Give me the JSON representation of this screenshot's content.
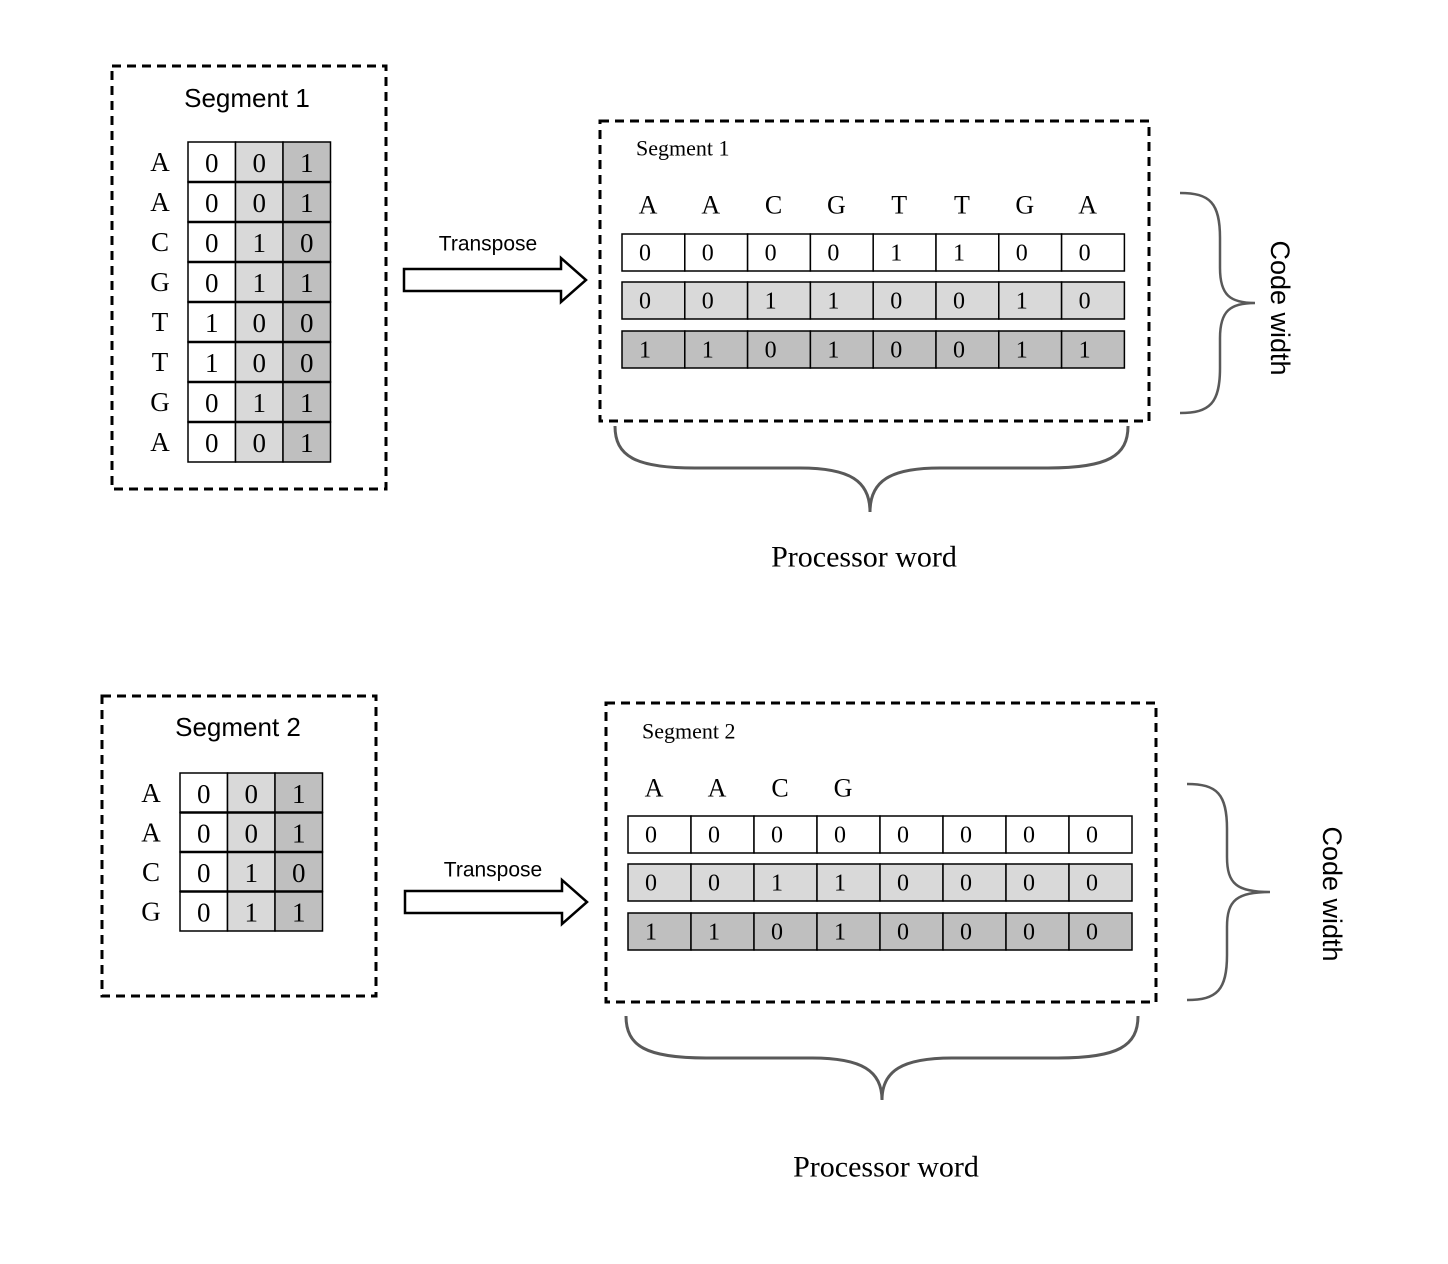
{
  "colors": {
    "background": "#ffffff",
    "stroke": "#000000",
    "brace": "#595959",
    "bit_col1": "#ffffff",
    "bit_col2": "#d9d9d9",
    "bit_col3": "#bfbfbf"
  },
  "transpose_label": "Transpose",
  "code_width_label": "Code width",
  "processor_word_label": "Processor word",
  "segments": [
    {
      "title": "Segment 1",
      "bases": [
        "A",
        "A",
        "C",
        "G",
        "T",
        "T",
        "G",
        "A"
      ],
      "codes": [
        [
          "0",
          "0",
          "1"
        ],
        [
          "0",
          "0",
          "1"
        ],
        [
          "0",
          "1",
          "0"
        ],
        [
          "0",
          "1",
          "1"
        ],
        [
          "1",
          "0",
          "0"
        ],
        [
          "1",
          "0",
          "0"
        ],
        [
          "0",
          "1",
          "1"
        ],
        [
          "0",
          "0",
          "1"
        ]
      ],
      "transposed_title": "Segment 1",
      "transposed_bases": [
        "A",
        "A",
        "C",
        "G",
        "T",
        "T",
        "G",
        "A"
      ],
      "transposed_rows": [
        [
          "0",
          "0",
          "0",
          "0",
          "1",
          "1",
          "0",
          "0"
        ],
        [
          "0",
          "0",
          "1",
          "1",
          "0",
          "0",
          "1",
          "0"
        ],
        [
          "1",
          "1",
          "0",
          "1",
          "0",
          "0",
          "1",
          "1"
        ]
      ]
    },
    {
      "title": "Segment 2",
      "bases": [
        "A",
        "A",
        "C",
        "G"
      ],
      "codes": [
        [
          "0",
          "0",
          "1"
        ],
        [
          "0",
          "0",
          "1"
        ],
        [
          "0",
          "1",
          "0"
        ],
        [
          "0",
          "1",
          "1"
        ]
      ],
      "transposed_title": "Segment 2",
      "transposed_bases": [
        "A",
        "A",
        "C",
        "G"
      ],
      "transposed_rows": [
        [
          "0",
          "0",
          "0",
          "0",
          "0",
          "0",
          "0",
          "0"
        ],
        [
          "0",
          "0",
          "1",
          "1",
          "0",
          "0",
          "0",
          "0"
        ],
        [
          "1",
          "1",
          "0",
          "1",
          "0",
          "0",
          "0",
          "0"
        ]
      ]
    }
  ]
}
